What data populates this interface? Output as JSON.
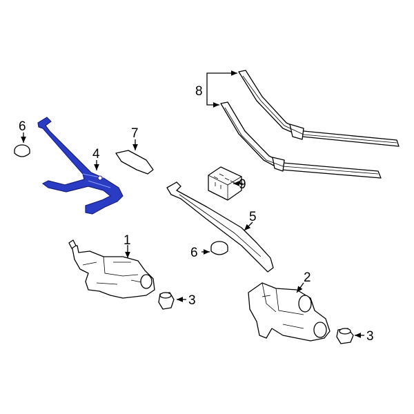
{
  "diagram": {
    "highlight_color": "#2b3cc4",
    "callouts": [
      {
        "id": "8",
        "label": "8",
        "part": "wiper-blades"
      },
      {
        "id": "6a",
        "label": "6",
        "part": "cap-left"
      },
      {
        "id": "7",
        "label": "7",
        "part": "cover"
      },
      {
        "id": "4",
        "label": "4",
        "part": "wiper-linkage",
        "highlighted": true
      },
      {
        "id": "9",
        "label": "9",
        "part": "relay"
      },
      {
        "id": "5",
        "label": "5",
        "part": "wiper-arm"
      },
      {
        "id": "1",
        "label": "1",
        "part": "motor-left"
      },
      {
        "id": "6b",
        "label": "6",
        "part": "cap-center"
      },
      {
        "id": "3a",
        "label": "3",
        "part": "grommet-left"
      },
      {
        "id": "2",
        "label": "2",
        "part": "motor-right"
      },
      {
        "id": "3b",
        "label": "3",
        "part": "grommet-right"
      }
    ]
  }
}
